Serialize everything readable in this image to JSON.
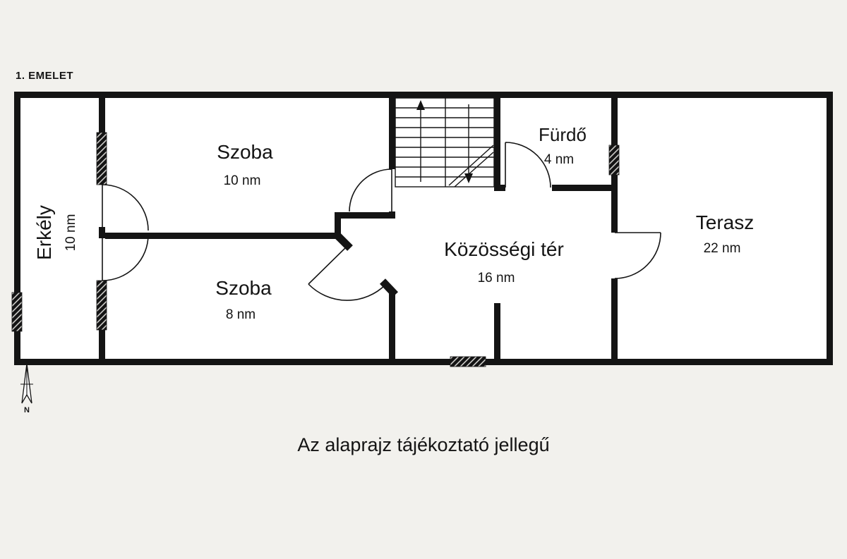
{
  "page": {
    "floor_label": "1. EMELET",
    "caption": "Az alaprajz tájékoztató jellegű",
    "compass": "N",
    "wall_color": "#141414",
    "paper_color": "#f2f1ed",
    "interior_color": "#ffffff"
  },
  "rooms": {
    "erkely": {
      "name": "Erkély",
      "area": "10 nm"
    },
    "szoba_top": {
      "name": "Szoba",
      "area": "10 nm"
    },
    "szoba_bottom": {
      "name": "Szoba",
      "area": "8 nm"
    },
    "furdo": {
      "name": "Fürdő",
      "area": "4 nm"
    },
    "kozossegi": {
      "name": "Közösségi tér",
      "area": "16 nm"
    },
    "terasz": {
      "name": "Terasz",
      "area": "22 nm"
    }
  }
}
